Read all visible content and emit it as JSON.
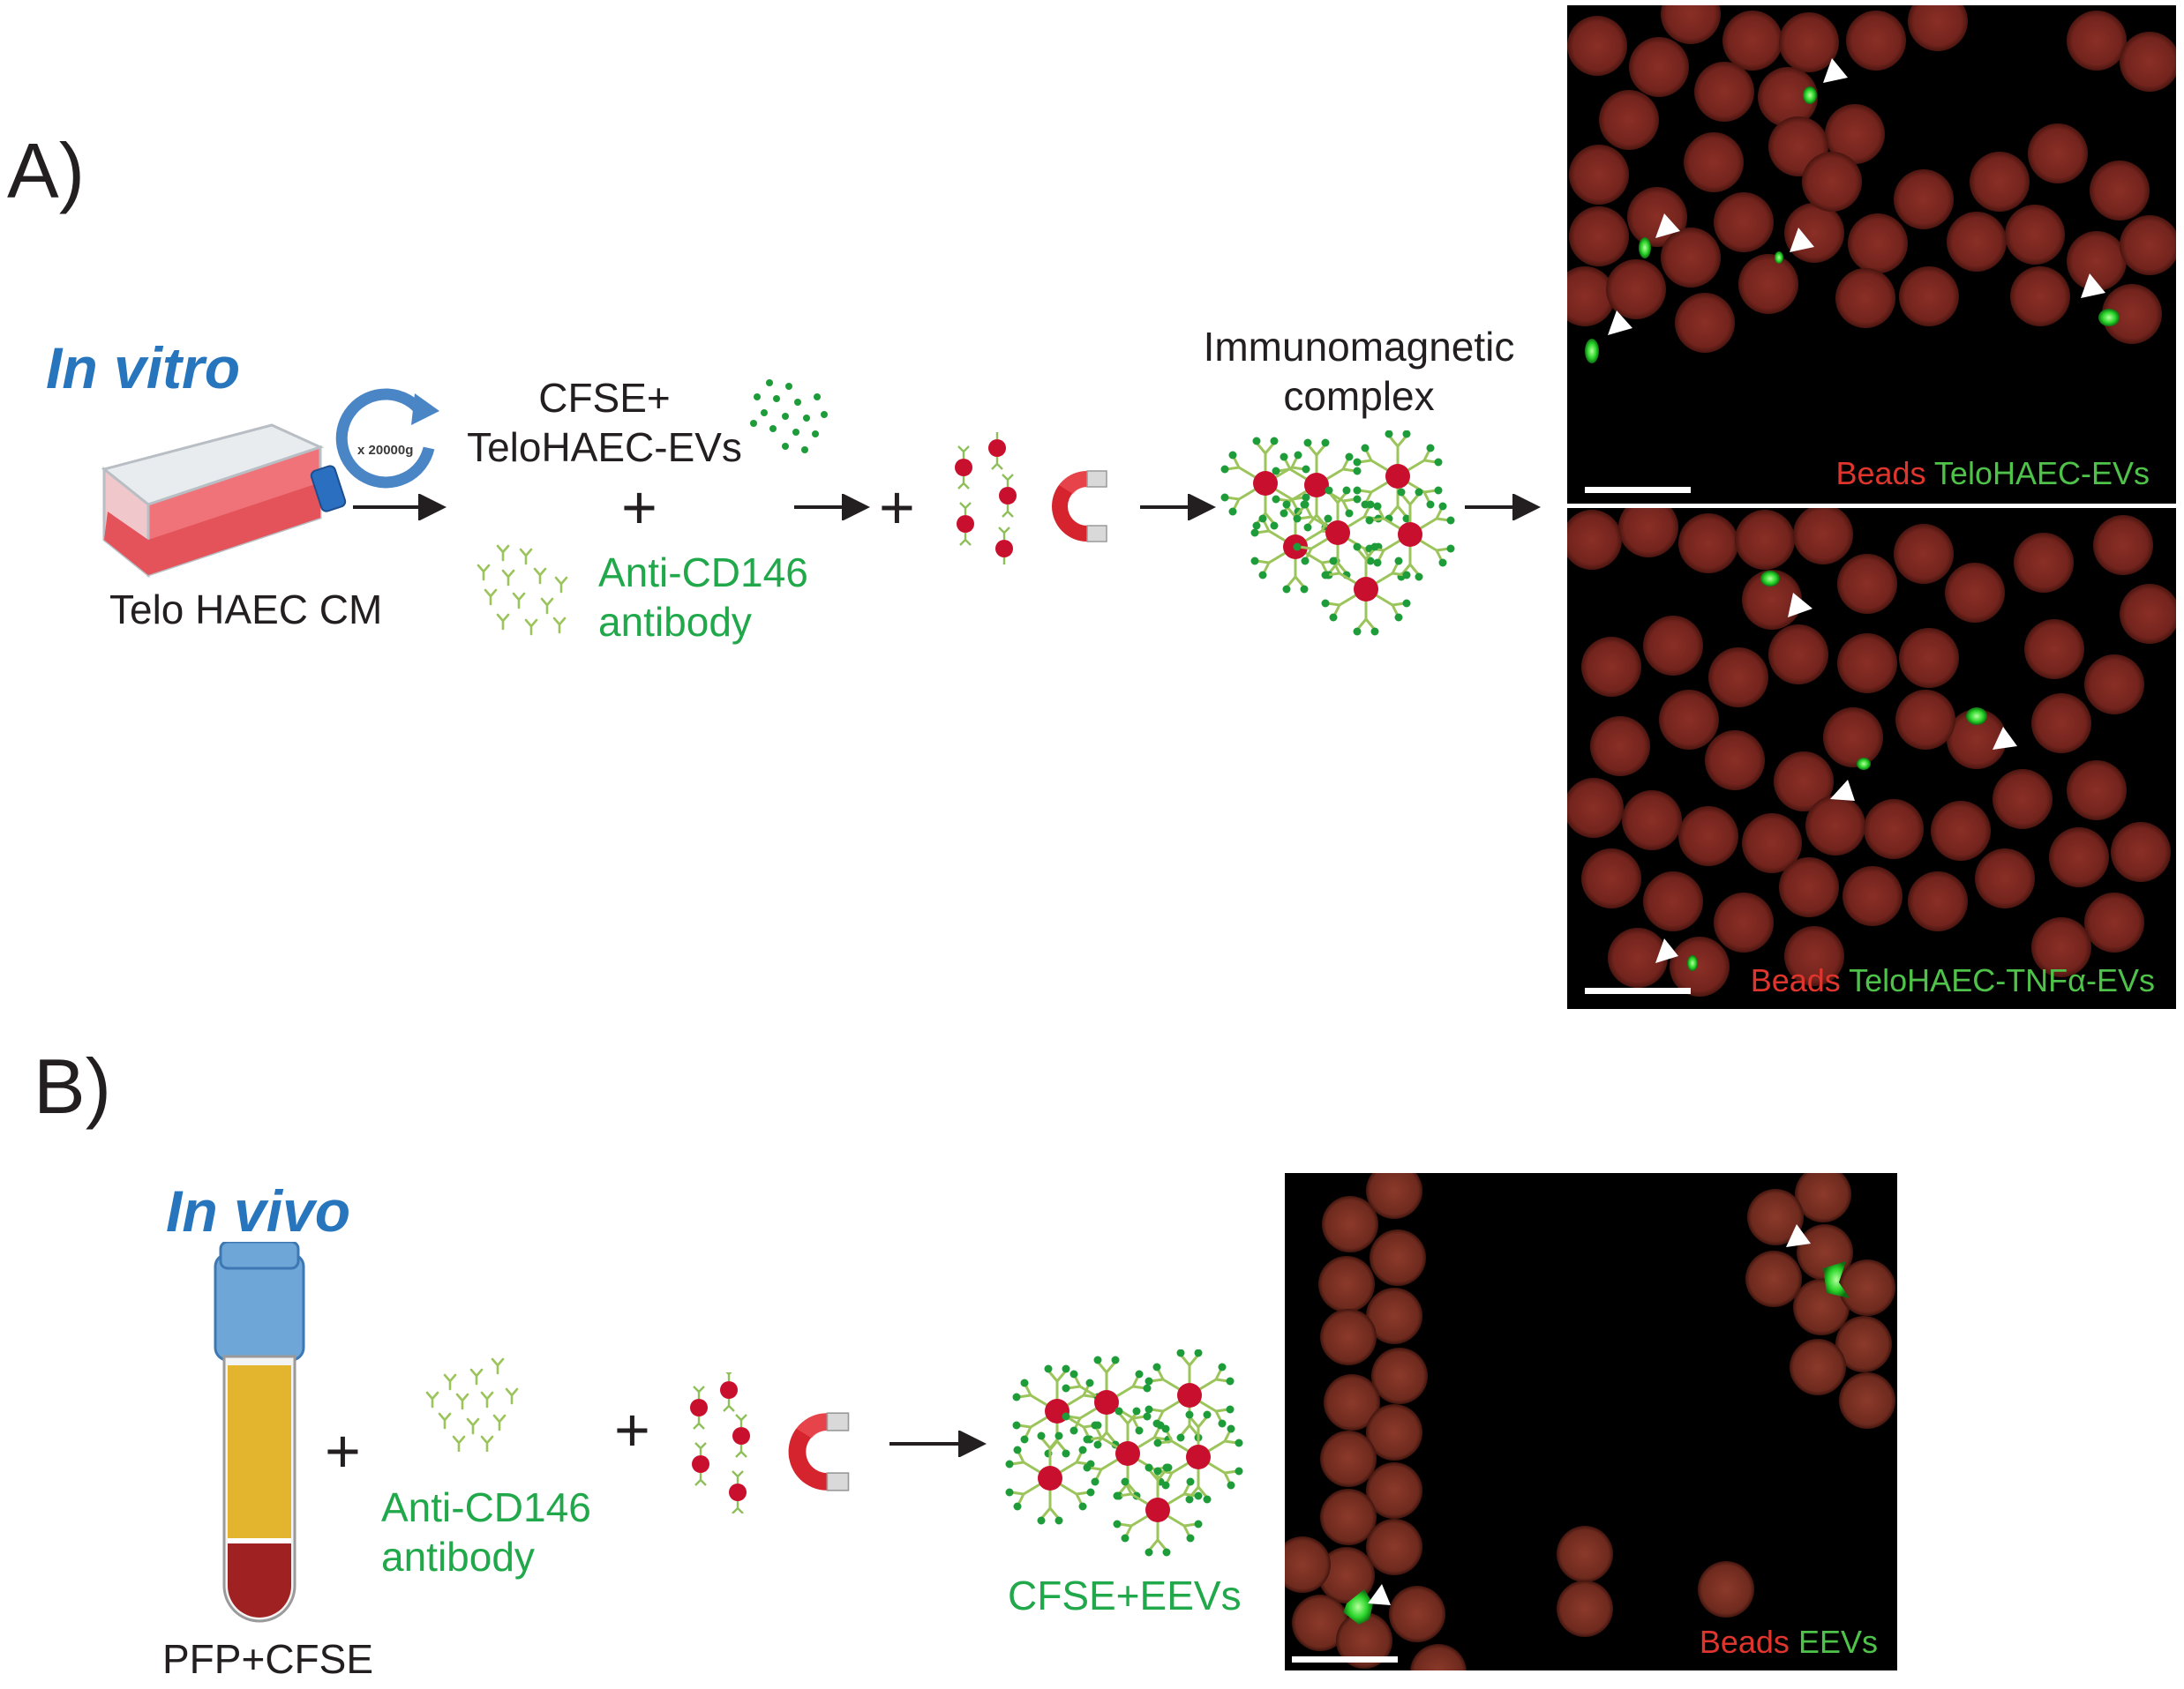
{
  "panel_a": {
    "label": "A)",
    "mode": "In vitro",
    "flask_caption": "Telo HAEC CM",
    "centrifuge_label": "x 20000g",
    "evs_label_line1": "CFSE+",
    "evs_label_line2": "TeloHAEC-EVs",
    "antibody_line1": "Anti-CD146",
    "antibody_line2": "antibody",
    "complex_line1": "Immunomagnetic",
    "complex_line2": "complex",
    "micrograph_top": {
      "beads_label": "Beads",
      "evs_label": "TeloHAEC-EVs"
    },
    "micrograph_bottom": {
      "beads_label": "Beads",
      "evs_label": "TeloHAEC-TNFα-EVs"
    }
  },
  "panel_b": {
    "label": "B)",
    "mode": "In vivo",
    "tube_caption": "PFP+CFSE",
    "antibody_line1": "Anti-CD146",
    "antibody_line2": "antibody",
    "complex_caption": "CFSE+EEVs",
    "micrograph": {
      "beads_label": "Beads",
      "evs_label": "EEVs"
    }
  },
  "symbols": {
    "plus": "+"
  },
  "icons": [
    "flask-icon",
    "centrifuge-icon",
    "ev-dots-icon",
    "antibody-cluster-icon",
    "magnetic-bead-icon",
    "magnet-icon",
    "immunomagnetic-complex-icon",
    "blood-tube-icon",
    "arrow-icon"
  ],
  "colors": {
    "mode_blue": "#2775bd",
    "label_green": "#20a84a",
    "bead_red": "#c8102e",
    "caption_red": "#e0352d",
    "caption_green": "#4fc24a",
    "ev_green": "#2bd62b"
  }
}
